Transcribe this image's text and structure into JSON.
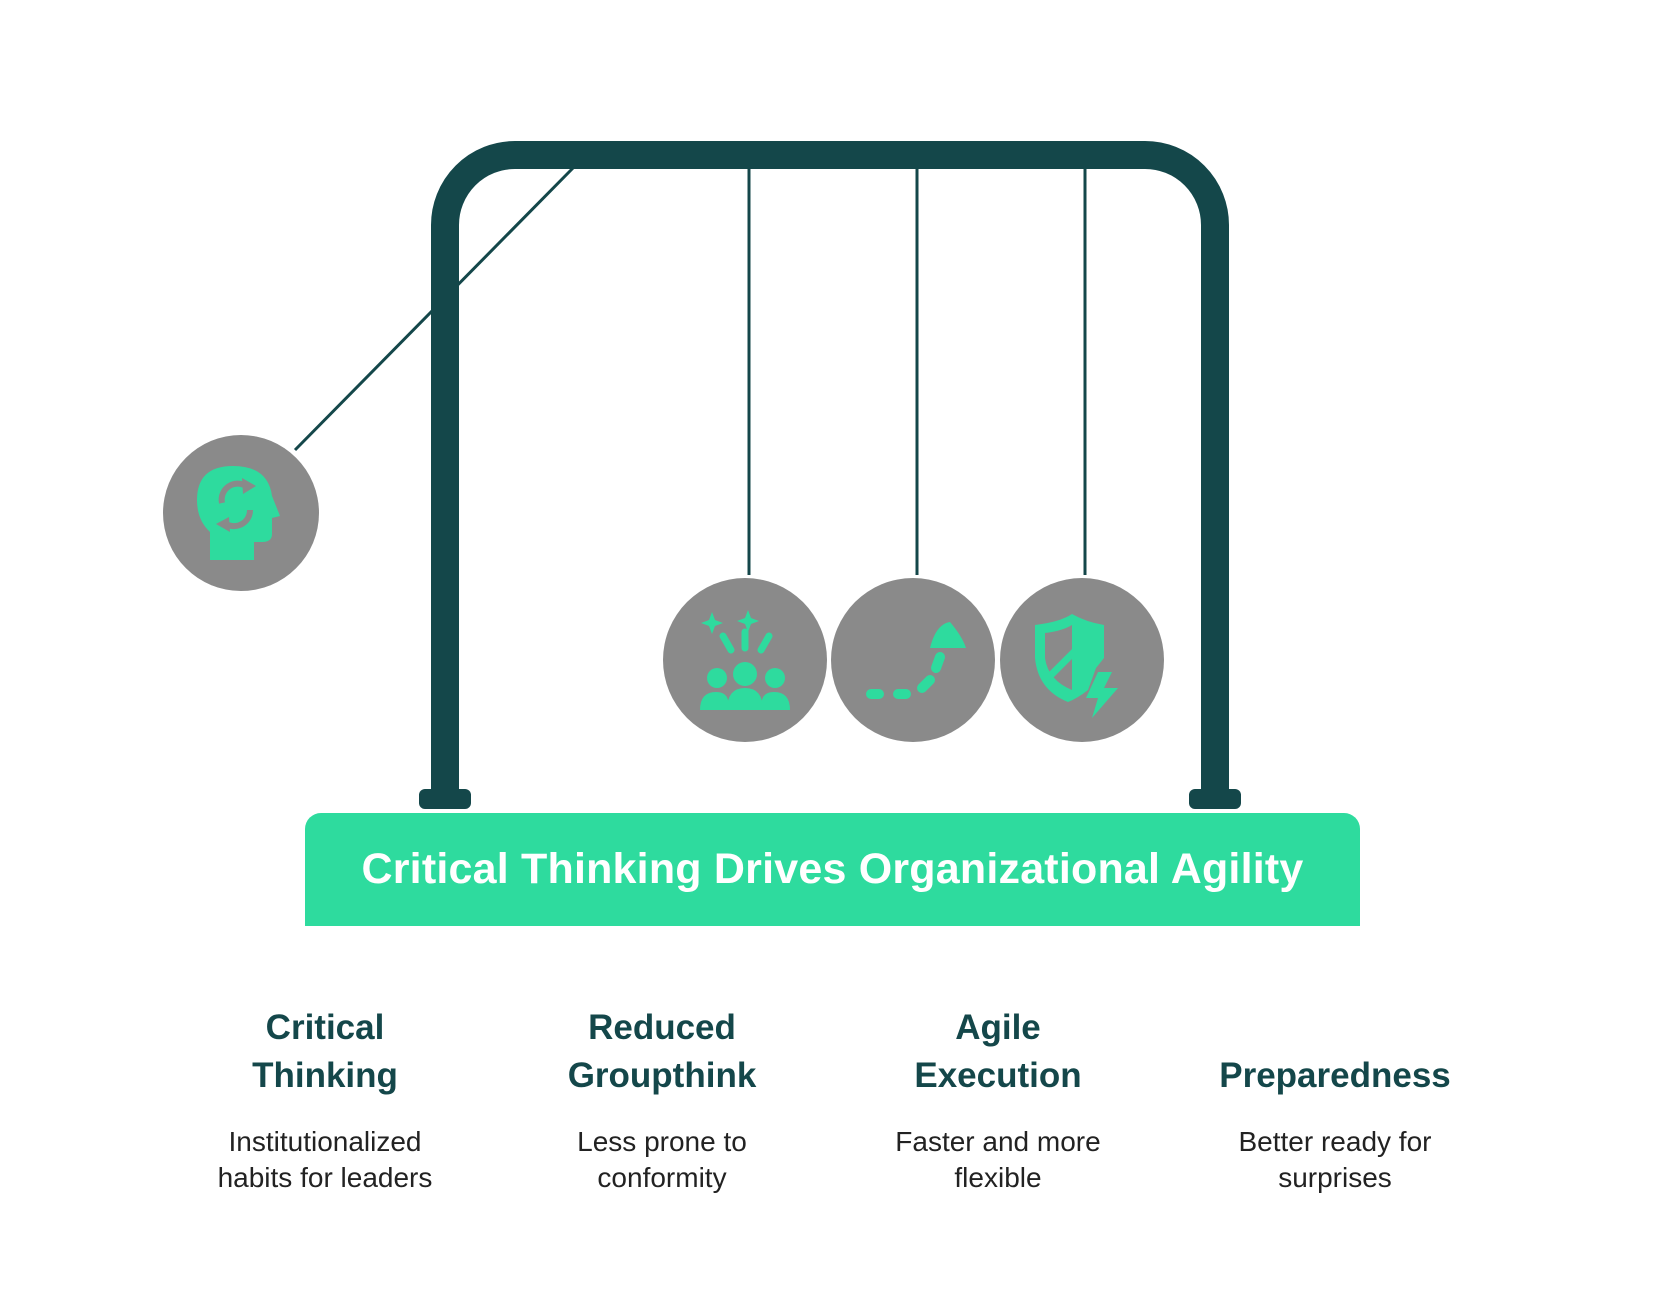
{
  "colors": {
    "frame": "#14474a",
    "accent": "#2edb9e",
    "ball": "#8a8a8a",
    "title_text": "#14474a",
    "body_text": "#222222"
  },
  "banner": {
    "title": "Critical Thinking Drives Organizational Agility"
  },
  "items": [
    {
      "icon": "head-refresh-icon",
      "title": "Critical Thinking",
      "description": "Institutionalized habits for leaders"
    },
    {
      "icon": "team-celebration-icon",
      "title": "Reduced Groupthink",
      "description": "Less prone to conformity"
    },
    {
      "icon": "dotted-path-arrow-icon",
      "title": "Agile Execution",
      "description": "Faster and more flexible"
    },
    {
      "icon": "shield-lightning-icon",
      "title": "Preparedness",
      "description": "Better ready for surprises"
    }
  ]
}
